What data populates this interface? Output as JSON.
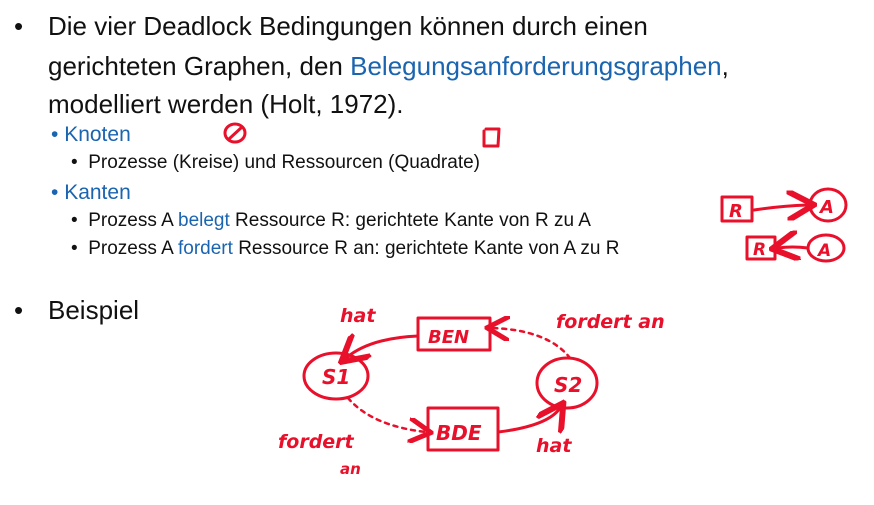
{
  "bullet1": {
    "line1": "Die vier Deadlock Bedingungen können durch einen",
    "line2_prefix": "gerichteten Graphen, den ",
    "line2_link": "Belegungsanforderungsgraphen",
    "line2_suffix": ",",
    "line3": "modelliert werden (Holt, 1972)."
  },
  "knoten": {
    "label": "Knoten",
    "desc": "Prozesse (Kreise) und Ressourcen (Quadrate)"
  },
  "kanten": {
    "label": "Kanten",
    "item1_a": "Prozess A ",
    "item1_b": "belegt",
    "item1_c": "  Ressource R: gerichtete Kante von R zu A",
    "item2_a": "Prozess A ",
    "item2_b": "fordert",
    "item2_c": "  Ressource R an: gerichtete Kante von A zu R"
  },
  "beispiel": {
    "label": "Beispiel"
  },
  "annotations": {
    "r_label": "R",
    "a_label": "A",
    "hat_top": "hat",
    "fordert_top": "fordert an",
    "fordert_bottom": "fordert",
    "fordert_bottom_an": "an",
    "hat_bottom": "hat",
    "node_s1": "S1",
    "node_s2": "S2",
    "res_en": "BEN",
    "res_de": "BDE"
  },
  "colors": {
    "accent": "#1a64b0",
    "ink": "#e8102a"
  }
}
